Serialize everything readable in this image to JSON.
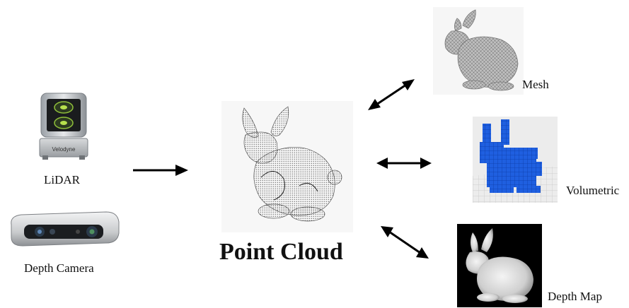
{
  "sensors": {
    "lidar_label": "LiDAR",
    "lidar_brand": "Velodyne",
    "depth_camera_label": "Depth Camera"
  },
  "center": {
    "title": "Point Cloud"
  },
  "representations": {
    "mesh_label": "Mesh",
    "volumetric_label": "Volumetric",
    "depth_map_label": "Depth Map"
  },
  "icons": [
    "lidar-sensor-icon",
    "depth-camera-icon",
    "point-cloud-bunny-image",
    "mesh-bunny-image",
    "voxel-bunny-image",
    "depth-map-bunny-image"
  ],
  "colors": {
    "voxel_blue": "#1f5fe0",
    "depth_bg": "#000000",
    "mesh_gray": "#a9a9a9"
  }
}
